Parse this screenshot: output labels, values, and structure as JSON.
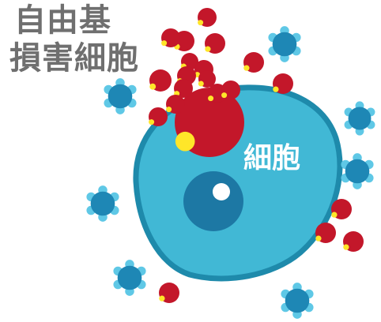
{
  "title_lines": [
    "自由基",
    "損害細胞"
  ],
  "cell_label": "細胞",
  "colors": {
    "cell_fill": "#41b8d5",
    "cell_border": "#1e8aab",
    "nucleus": "#1d78a4",
    "radical_red": "#c3172a",
    "radical_yellow": "#ffe629",
    "antioxidant_blue": "#1e87b5",
    "antioxidant_light": "#5fc8e6",
    "title_text": "#6f6f6f"
  },
  "icons": [
    "free-radical-icon",
    "antioxidant-icon",
    "cell-icon",
    "nucleus-icon"
  ]
}
